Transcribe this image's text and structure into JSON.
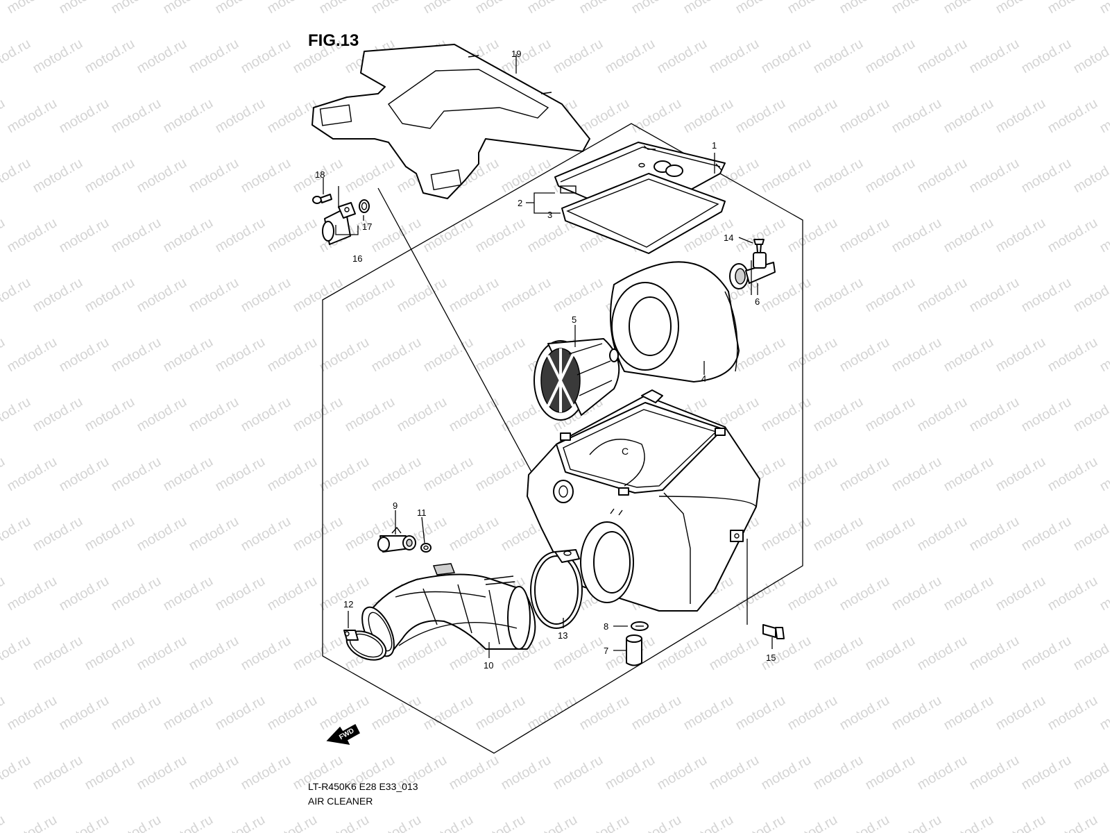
{
  "figure": {
    "title": "FIG.13"
  },
  "footer": {
    "model_code": "LT-R450K6 E28 E33_013",
    "caption": "AIR CLEANER"
  },
  "watermark": {
    "text": "motod.ru"
  },
  "fwd_arrow": {
    "label": "FWD"
  },
  "callouts": [
    {
      "id": "1",
      "label": "1"
    },
    {
      "id": "2",
      "label": "2"
    },
    {
      "id": "3",
      "label": "3"
    },
    {
      "id": "4",
      "label": "4"
    },
    {
      "id": "5",
      "label": "5"
    },
    {
      "id": "6",
      "label": "6"
    },
    {
      "id": "7",
      "label": "7"
    },
    {
      "id": "8",
      "label": "8"
    },
    {
      "id": "9",
      "label": "9"
    },
    {
      "id": "10",
      "label": "10"
    },
    {
      "id": "11",
      "label": "11"
    },
    {
      "id": "12",
      "label": "12"
    },
    {
      "id": "13",
      "label": "13"
    },
    {
      "id": "14",
      "label": "14"
    },
    {
      "id": "15",
      "label": "15"
    },
    {
      "id": "16",
      "label": "16"
    },
    {
      "id": "17",
      "label": "17"
    },
    {
      "id": "18",
      "label": "18"
    },
    {
      "id": "19",
      "label": "19"
    }
  ]
}
